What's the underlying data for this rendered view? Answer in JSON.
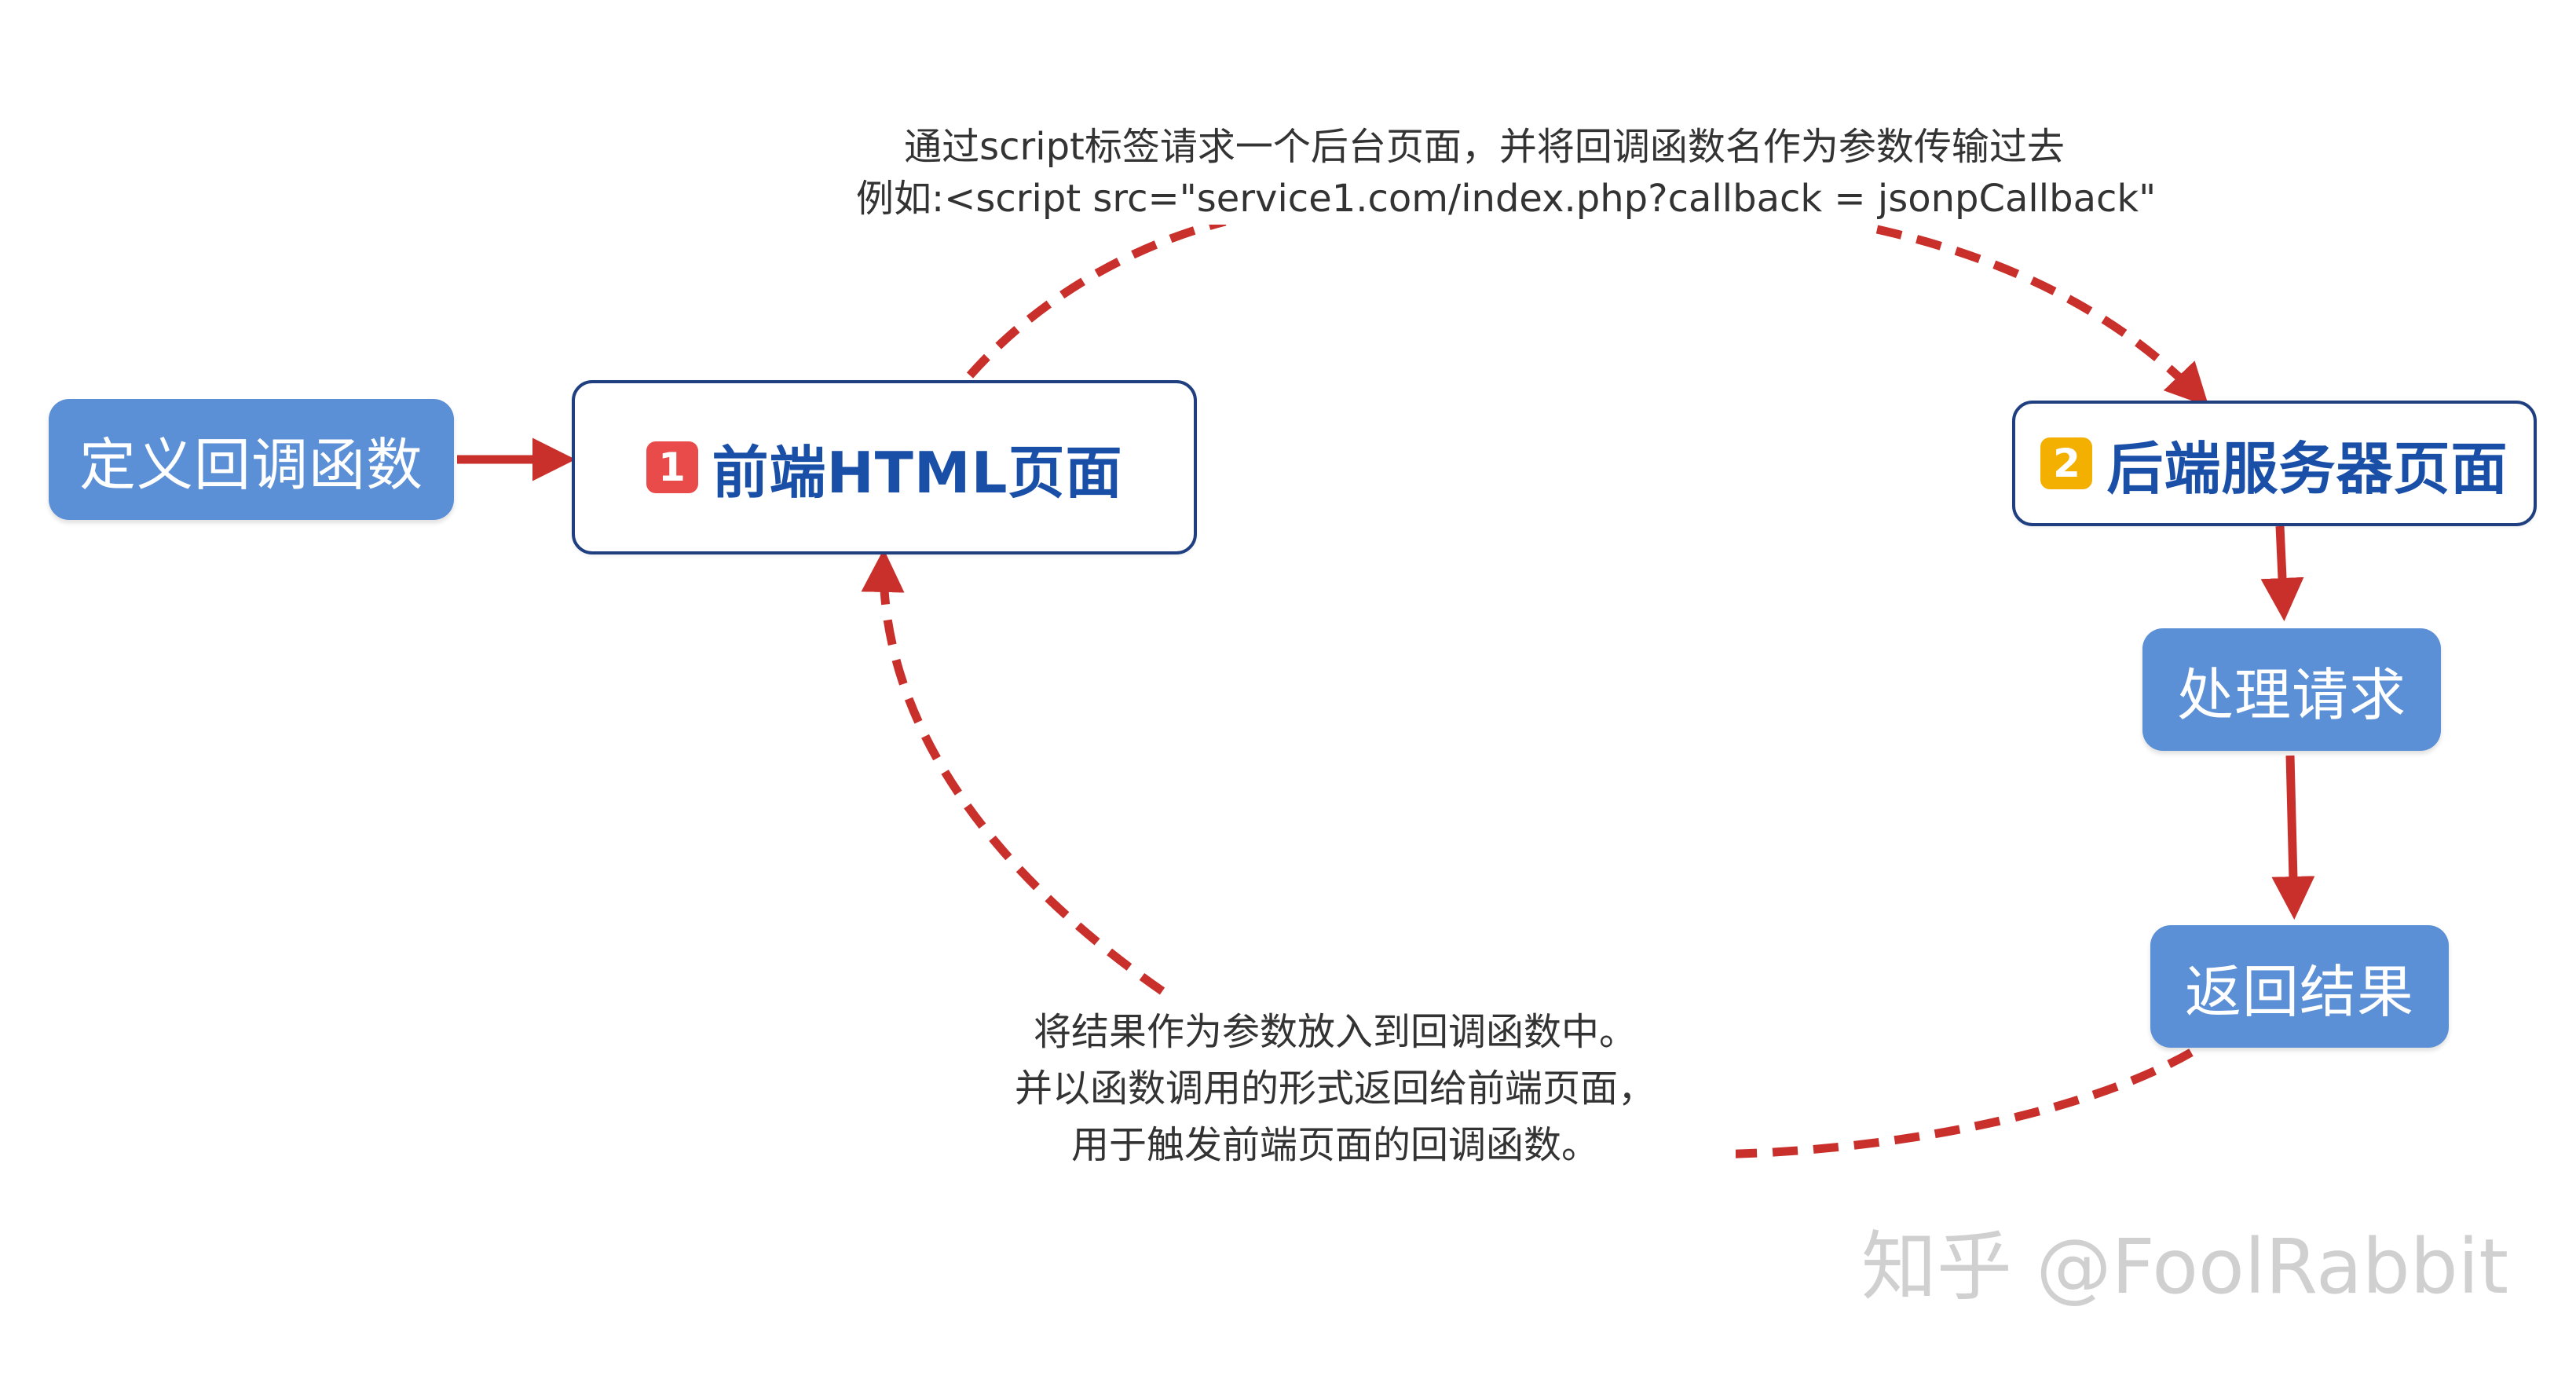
{
  "nodes": {
    "define_callback": "定义回调函数",
    "frontend": {
      "badge": "1",
      "label": "前端HTML页面"
    },
    "backend": {
      "badge": "2",
      "label": "后端服务器页面"
    },
    "process_request": "处理请求",
    "return_result": "返回结果"
  },
  "notes": {
    "request": [
      "通过script标签请求一个后台页面，并将回调函数名作为参数传输过去",
      "例如:<script src=\"service1.com/index.php?callback = jsonpCallback\""
    ],
    "response": [
      "将结果作为参数放入到回调函数中。",
      "并以函数调用的形式返回给前端页面，",
      "用于触发前端页面的回调函数。"
    ]
  },
  "watermark": "知乎 @FoolRabbit",
  "colors": {
    "arrow": "#c9302c",
    "box_fill": "#5b8fd6",
    "box_border": "#1f3f80",
    "title_text": "#1a4fa8",
    "badge_1": "#e94a4a",
    "badge_2": "#f4b000"
  }
}
